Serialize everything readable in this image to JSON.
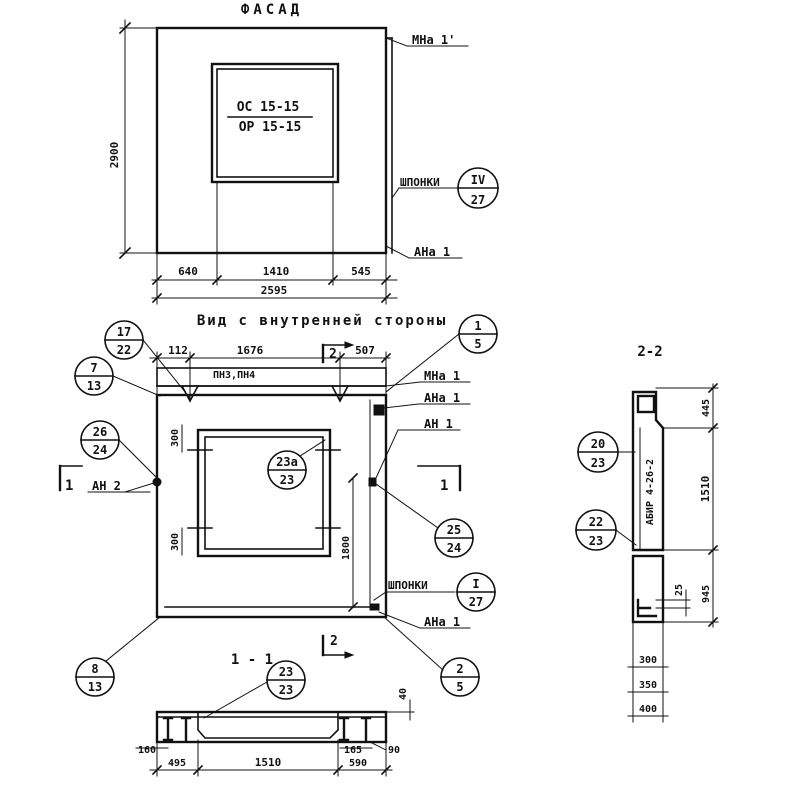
{
  "colors": {
    "ink": "#111111",
    "paper": "#ffffff"
  },
  "facade": {
    "title": "ФАСАД",
    "mark_top": "ОС 15-15",
    "mark_bottom": "ОР 15-15",
    "height_dim": "2900",
    "dims_bottom": [
      "640",
      "1410",
      "545"
    ],
    "total_dim": "2595",
    "callout_mna": "МНа 1'",
    "callout_shponki": "ШПОНКИ",
    "shponki_bubble_top": "IV",
    "shponki_bubble_bottom": "27",
    "callout_ana": "АНа 1"
  },
  "inner_view": {
    "title": "Вид с внутренней стороны",
    "dims_top": [
      "112",
      "1676",
      "507"
    ],
    "section2_label": "2",
    "pn_label": "ПН3,ПН4",
    "mna_label": "МНа 1",
    "ana_label_1": "АНа 1",
    "an1_label": "АН 1",
    "an2_label": "АН 2",
    "side_dim_1": "300",
    "side_dim_2": "300",
    "side_dim_1800": "1800",
    "shponki_label": "ШПОНКИ",
    "ana_label_2": "АНа 1",
    "section1_label": "1",
    "bubbles": [
      {
        "top": "17",
        "bottom": "22"
      },
      {
        "top": "7",
        "bottom": "13"
      },
      {
        "top": "26",
        "bottom": "24"
      },
      {
        "top": "1",
        "bottom": "5"
      },
      {
        "top": "23а",
        "bottom": "23"
      },
      {
        "top": "25",
        "bottom": "24"
      },
      {
        "top": "I",
        "bottom": "27"
      },
      {
        "top": "8",
        "bottom": "13"
      },
      {
        "top": "2",
        "bottom": "5"
      }
    ]
  },
  "section_1_1": {
    "title": "1 - 1",
    "bubble_top": "23",
    "bubble_bottom": "23",
    "dim_40": "40",
    "dim_160": "160",
    "dim_165": "165",
    "dim_90": "90",
    "dims_bottom": [
      "495",
      "1510",
      "590"
    ]
  },
  "section_2_2": {
    "title": "2-2",
    "bubble_a_top": "20",
    "bubble_a_bottom": "23",
    "bubble_b_top": "22",
    "bubble_b_bottom": "23",
    "inner_text": "АБИР 4-26-2",
    "dims_right": [
      "445",
      "1510",
      "945"
    ],
    "dim_25": "25",
    "dims_bottom": [
      "300",
      "350",
      "400"
    ]
  }
}
